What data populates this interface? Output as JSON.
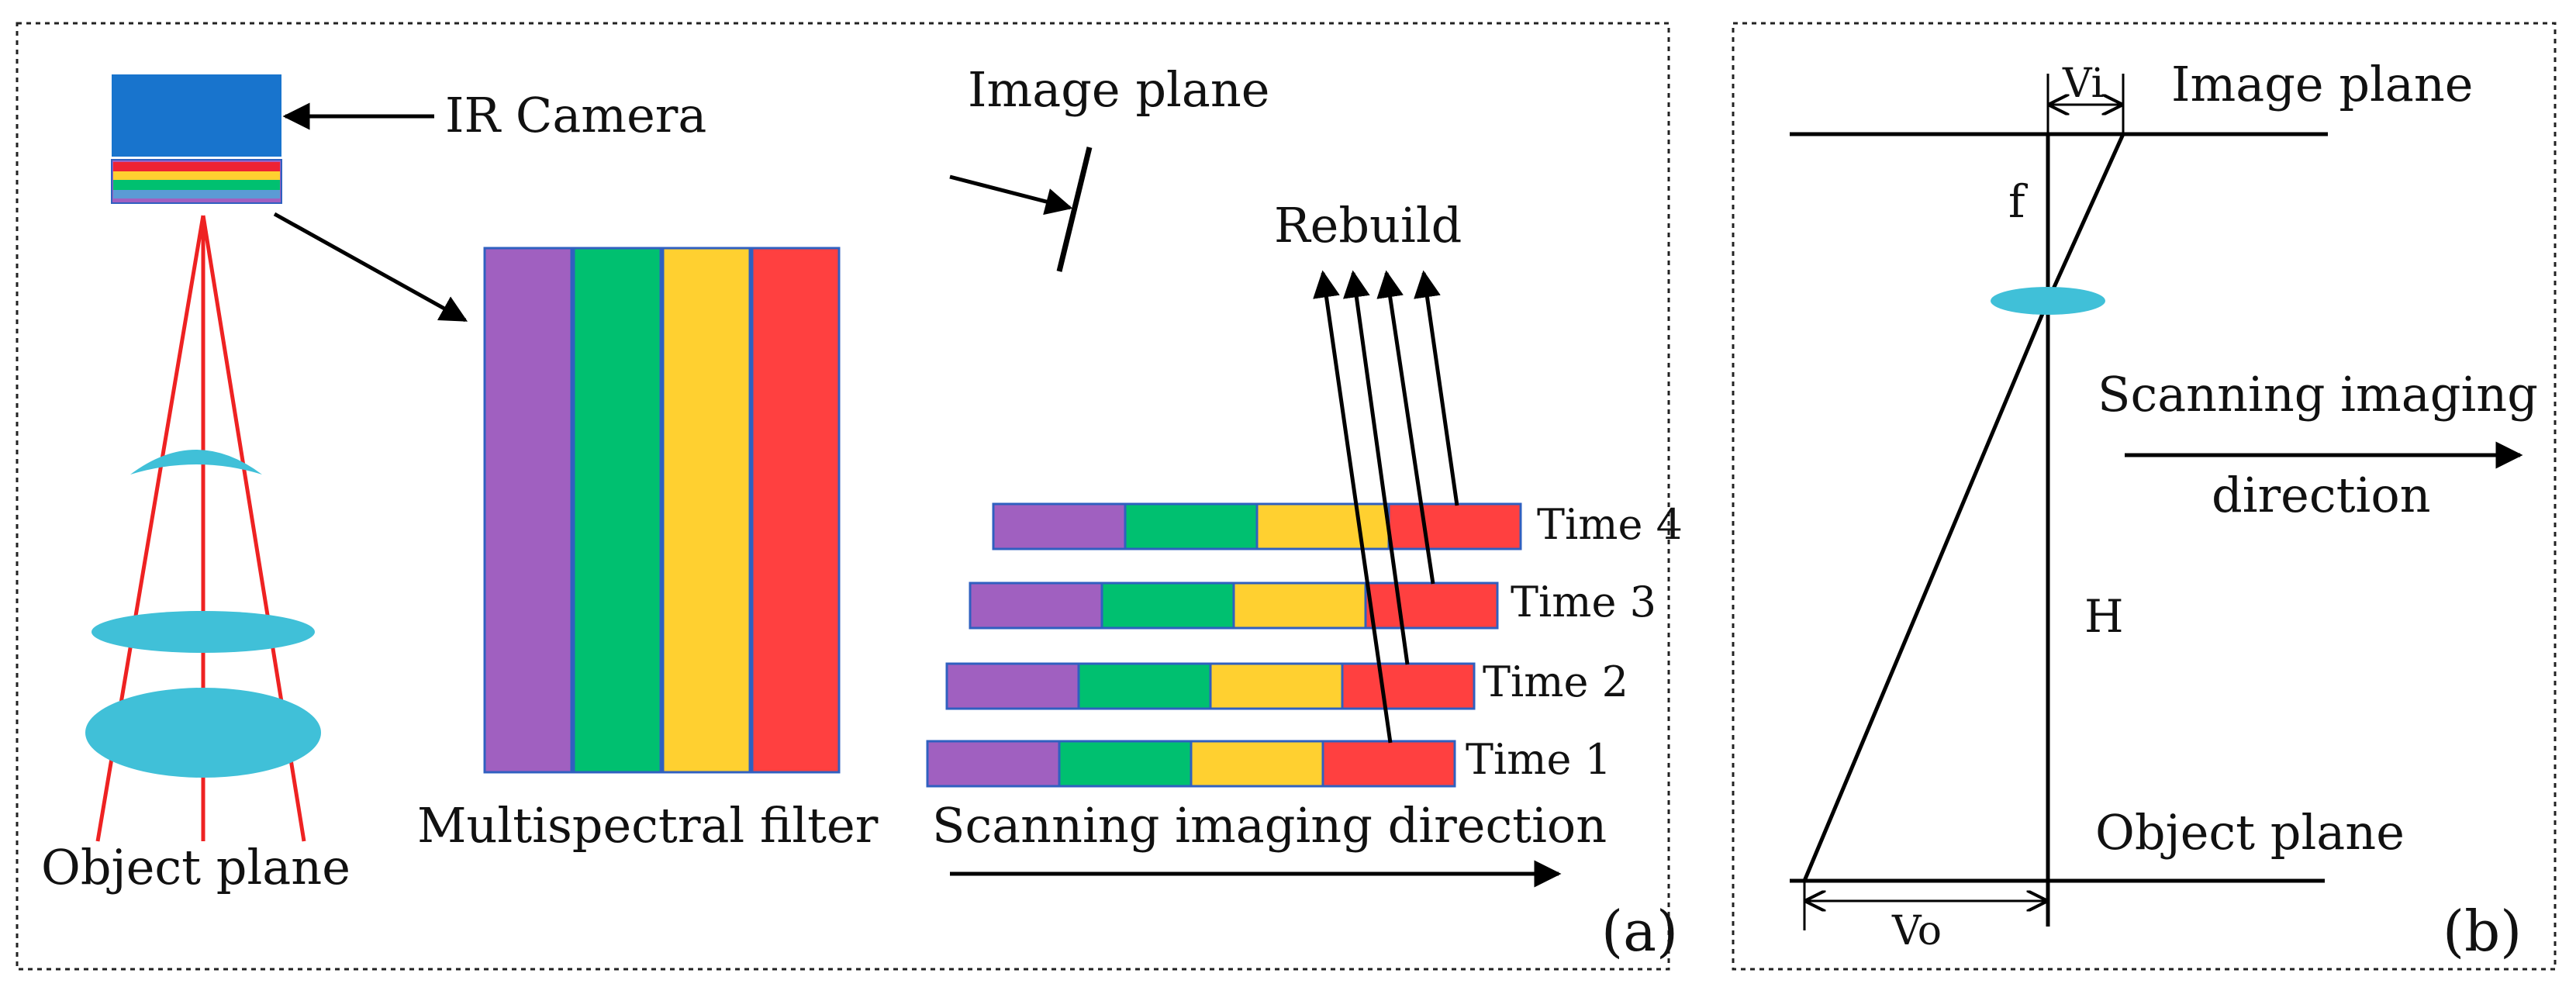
{
  "panel_a": {
    "ir_camera_label": "IR Camera",
    "image_plane_label": "Image plane",
    "rebuild_label": "Rebuild",
    "multispectral_filter_label": "Multispectral filter",
    "object_plane_label": "Object plane",
    "scanning_direction_label": "Scanning imaging direction",
    "time_labels": [
      "Time 4",
      "Time 3",
      "Time 2",
      "Time 1"
    ],
    "panel_label": "(a)"
  },
  "panel_b": {
    "image_plane_label": "Image plane",
    "vi_label": "Vi",
    "f_label": "f",
    "scanning_line1": "Scanning imaging",
    "scanning_line2": "direction",
    "h_label": "H",
    "object_plane_label": "Object plane",
    "vo_label": "Vo",
    "panel_label": "(b)"
  },
  "colors": {
    "camera_blue": "#1874cd",
    "lens_cyan": "#40c0d8",
    "ray_red": "#ee2222",
    "band_purple": "#a060c0",
    "band_green": "#00c070",
    "band_yellow": "#ffd030",
    "band_red": "#ff4040",
    "band_border": "#3060c0"
  }
}
